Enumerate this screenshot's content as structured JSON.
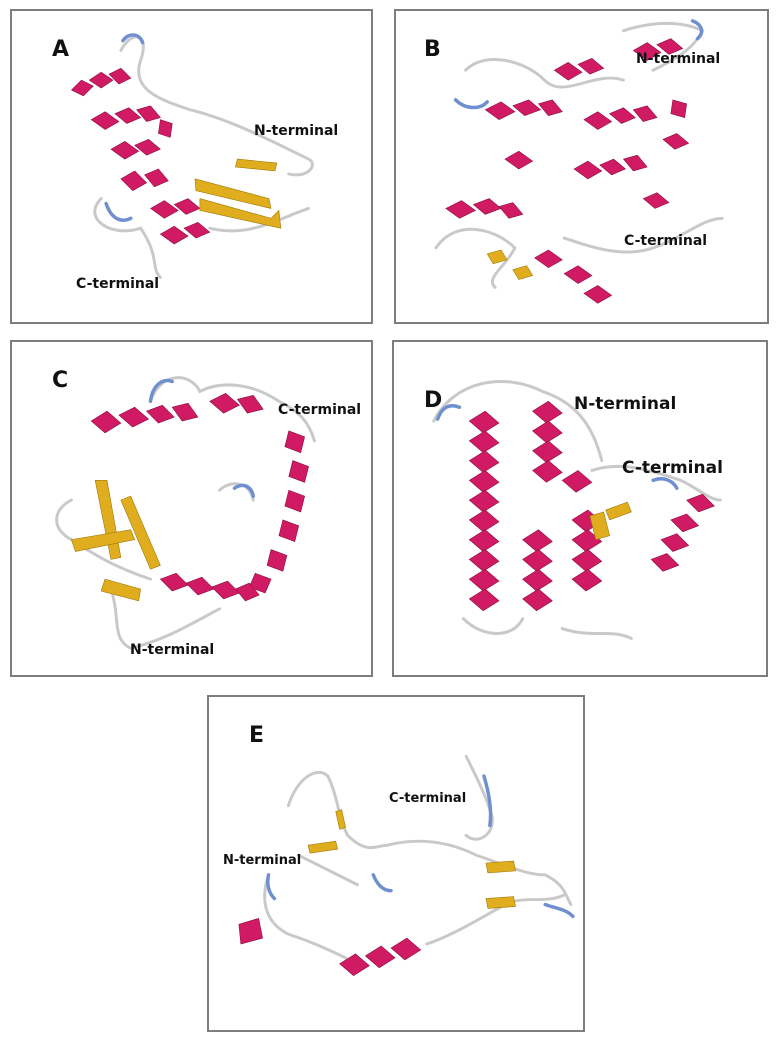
{
  "panels": {
    "a": {
      "letter": "A",
      "n_label": "N-terminal",
      "c_label": "C-terminal"
    },
    "b": {
      "letter": "B",
      "n_label": "N-terminal",
      "c_label": "C-terminal"
    },
    "c": {
      "letter": "C",
      "n_label": "N-terminal",
      "c_label": "C-terminal"
    },
    "d": {
      "letter": "D",
      "n_label": "N-terminal",
      "c_label": "C-terminal"
    },
    "e": {
      "letter": "E",
      "n_label": "N-terminal",
      "c_label": "C-terminal"
    }
  },
  "colors": {
    "helix": "#d01a64",
    "sheet": "#e0ad1e",
    "turn": "#6f8fd0",
    "coil": "#c9c9c9"
  }
}
